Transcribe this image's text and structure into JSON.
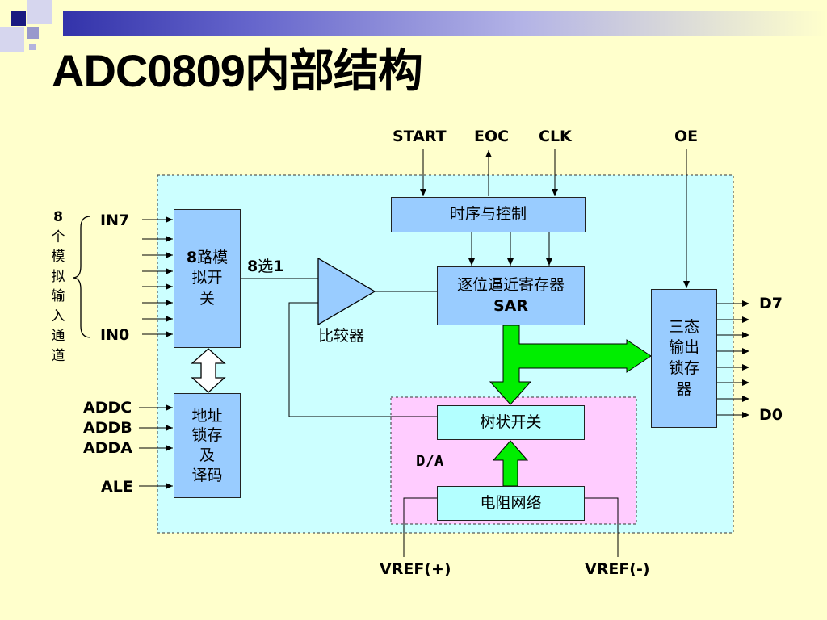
{
  "slide": {
    "title": "ADC0809内部结构"
  },
  "signals": {
    "start": "START",
    "eoc": "EOC",
    "clk": "CLK",
    "oe": "OE",
    "in7": "IN7",
    "in0": "IN0",
    "addc": "ADDC",
    "addb": "ADDB",
    "adda": "ADDA",
    "ale": "ALE",
    "d7": "D7",
    "d0": "D0",
    "vref_pos": "VREF(+)",
    "vref_neg": "VREF(-)"
  },
  "blocks": {
    "timing": "时序与控制",
    "mux": {
      "l1_bold": "8",
      "l1": "路模",
      "l2": "拟开",
      "l3": "关"
    },
    "sar": {
      "l1": "逐位逼近寄存器",
      "l2": "SAR"
    },
    "latch": {
      "l1": "三态",
      "l2": "输出",
      "l3": "锁存",
      "l4": "器"
    },
    "addr": {
      "l1": "地址",
      "l2": "锁存",
      "l3": "及",
      "l4": "译码"
    },
    "tree": "树状开关",
    "resistor": "电阻网络",
    "da": "D/A"
  },
  "labels": {
    "select": {
      "a": "8",
      "b": "选",
      "c": "1"
    },
    "comparator": "比较器",
    "analog_channels": [
      "8",
      "个",
      "模",
      "拟",
      "输",
      "入",
      "通",
      "道"
    ]
  },
  "colors": {
    "background": "#ffffcc",
    "chip_area": "#ccffff",
    "da_area": "#ffccff",
    "block_blue": "#99ccff",
    "block_cyan": "#b3ffff",
    "bus_green": "#00ee00",
    "title_bar": "#3333aa"
  }
}
